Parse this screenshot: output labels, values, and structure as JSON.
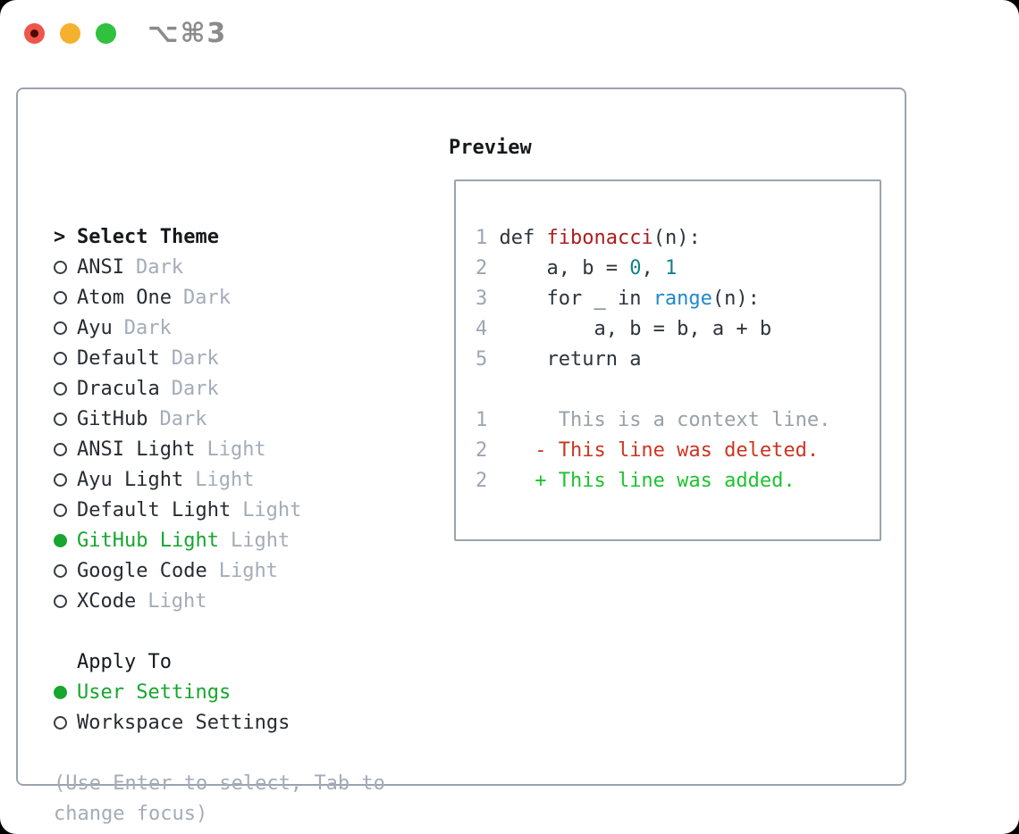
{
  "window": {
    "title": "⌥⌘3",
    "traffic_lights": [
      "close",
      "minimize",
      "zoom"
    ]
  },
  "colors": {
    "panel_border": "#9ba3ae",
    "heading_text": "#15181c",
    "item_text": "#272c33",
    "muted_text": "#a3acb8",
    "selected_green": "#17a62f",
    "diff_added_green": "#1dc32f",
    "diff_deleted_red": "#cb3520",
    "context_gray": "#99a0a8",
    "line_number_gray": "#9ba5b3",
    "function_red": "#ac1d1d",
    "number_teal": "#13818d",
    "builtin_blue": "#1f88c9",
    "traffic_red": "#ee554b",
    "traffic_yellow": "#f5b12e",
    "traffic_green": "#30c13e"
  },
  "left": {
    "title_marker": ">",
    "title": "Select Theme",
    "themes": [
      {
        "name": "ANSI",
        "variant": "Dark",
        "selected": false
      },
      {
        "name": "Atom One",
        "variant": "Dark",
        "selected": false
      },
      {
        "name": "Ayu",
        "variant": "Dark",
        "selected": false
      },
      {
        "name": "Default",
        "variant": "Dark",
        "selected": false
      },
      {
        "name": "Dracula",
        "variant": "Dark",
        "selected": false
      },
      {
        "name": "GitHub",
        "variant": "Dark",
        "selected": false
      },
      {
        "name": "ANSI Light",
        "variant": "Light",
        "selected": false
      },
      {
        "name": "Ayu Light",
        "variant": "Light",
        "selected": false
      },
      {
        "name": "Default Light",
        "variant": "Light",
        "selected": false
      },
      {
        "name": "GitHub Light",
        "variant": "Light",
        "selected": true
      },
      {
        "name": "Google Code",
        "variant": "Light",
        "selected": false
      },
      {
        "name": "XCode",
        "variant": "Light",
        "selected": false
      }
    ],
    "apply_to": {
      "title": "Apply To",
      "options": [
        {
          "label": "User Settings",
          "selected": true
        },
        {
          "label": "Workspace Settings",
          "selected": false
        }
      ]
    },
    "hint_line1": "(Use Enter to select, Tab to",
    "hint_line2": "change focus)"
  },
  "preview": {
    "title": "Preview",
    "lines": [
      {
        "segs": [
          {
            "text": "1 ",
            "type": "ln"
          },
          {
            "text": "def ",
            "type": "code"
          },
          {
            "text": "fibonacci",
            "type": "fn"
          },
          {
            "text": "(n):",
            "type": "code"
          }
        ]
      },
      {
        "segs": [
          {
            "text": "2 ",
            "type": "ln"
          },
          {
            "text": "    a, b = ",
            "type": "code"
          },
          {
            "text": "0",
            "type": "num"
          },
          {
            "text": ", ",
            "type": "code"
          },
          {
            "text": "1",
            "type": "num"
          }
        ]
      },
      {
        "segs": [
          {
            "text": "3 ",
            "type": "ln"
          },
          {
            "text": "    for _ in ",
            "type": "code"
          },
          {
            "text": "range",
            "type": "builtin"
          },
          {
            "text": "(n):",
            "type": "code"
          }
        ]
      },
      {
        "segs": [
          {
            "text": "4 ",
            "type": "ln"
          },
          {
            "text": "        a, b = b, a + b",
            "type": "code"
          }
        ]
      },
      {
        "segs": [
          {
            "text": "5 ",
            "type": "ln"
          },
          {
            "text": "    return a",
            "type": "code"
          }
        ]
      },
      {
        "segs": []
      },
      {
        "segs": [
          {
            "text": "1",
            "type": "ln"
          },
          {
            "text": "      This is a context line.",
            "type": "ctx"
          }
        ]
      },
      {
        "segs": [
          {
            "text": "2",
            "type": "ln"
          },
          {
            "text": "    - This line was deleted.",
            "type": "del"
          }
        ]
      },
      {
        "segs": [
          {
            "text": "2",
            "type": "ln"
          },
          {
            "text": "    + This line was added.",
            "type": "add"
          }
        ]
      }
    ]
  }
}
